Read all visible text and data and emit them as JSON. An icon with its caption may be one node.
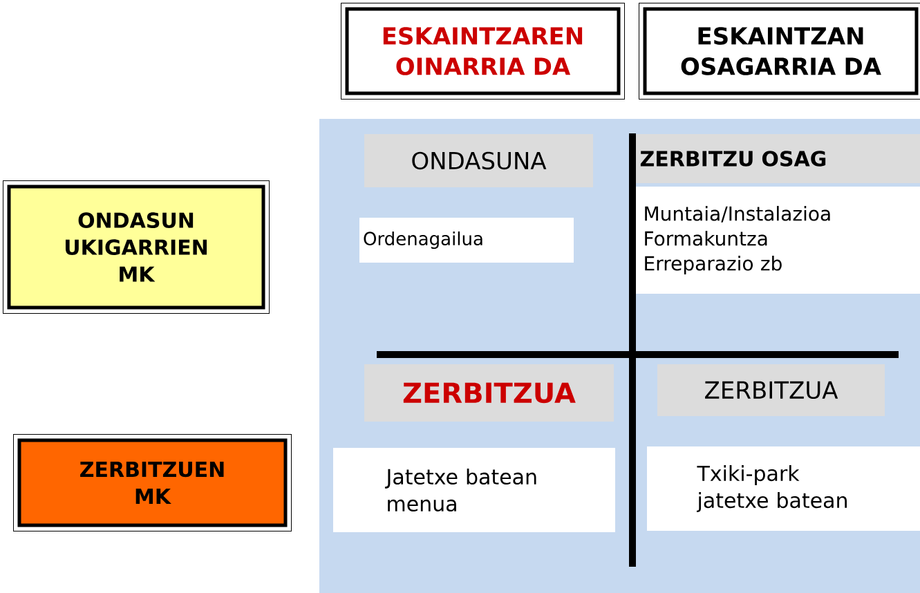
{
  "diagram": {
    "nodes": [
      {
        "text": [
          "ESKAINTZAREN OINARRIA DA"
        ]
      },
      {
        "text": [
          "ESKAINTZAN OSAGARRIA DA"
        ]
      },
      {
        "text": [
          "ONDASUN UKIGARRIEN MK"
        ]
      },
      {
        "text": [
          "ZERBITZUEN MK"
        ]
      },
      {
        "text": [
          "ONDASUNA"
        ]
      },
      {
        "text": [
          "Ordenagailua"
        ]
      },
      {
        "text": [
          "ZERBITZU OSAG"
        ]
      },
      {
        "text": [
          "Muntaia/Instalazioa",
          "Formakuntza",
          "Erreparazio zb"
        ]
      },
      {
        "text": [
          "ZERBITZUA"
        ]
      },
      {
        "text": [
          "Jatetxe batean menua"
        ]
      },
      {
        "text": [
          "ZERBITZUA"
        ]
      },
      {
        "text": [
          "Txiki-park jatetxe batean"
        ]
      }
    ]
  }
}
